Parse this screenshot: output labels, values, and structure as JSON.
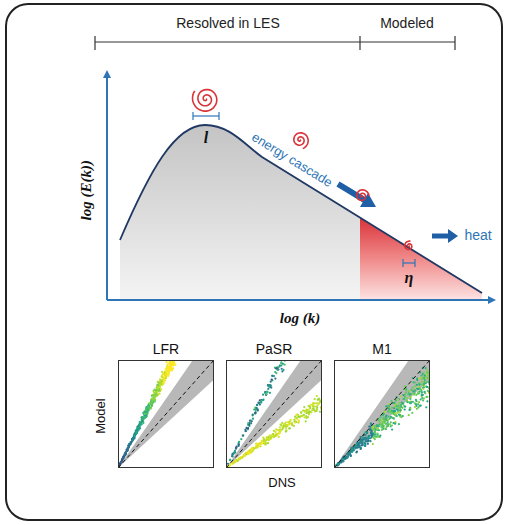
{
  "diagram": {
    "nodes": [
      {
        "text": [
          "LFR"
        ]
      },
      {
        "text": [
          "PaSR"
        ]
      },
      {
        "text": [
          "M1"
        ]
      }
    ],
    "labels": [
      "Resolved in LES",
      "Modeled",
      "l",
      "energy cascade",
      "η",
      "heat",
      "log (E(k))",
      "log (k)",
      "Model",
      "DNS"
    ]
  }
}
